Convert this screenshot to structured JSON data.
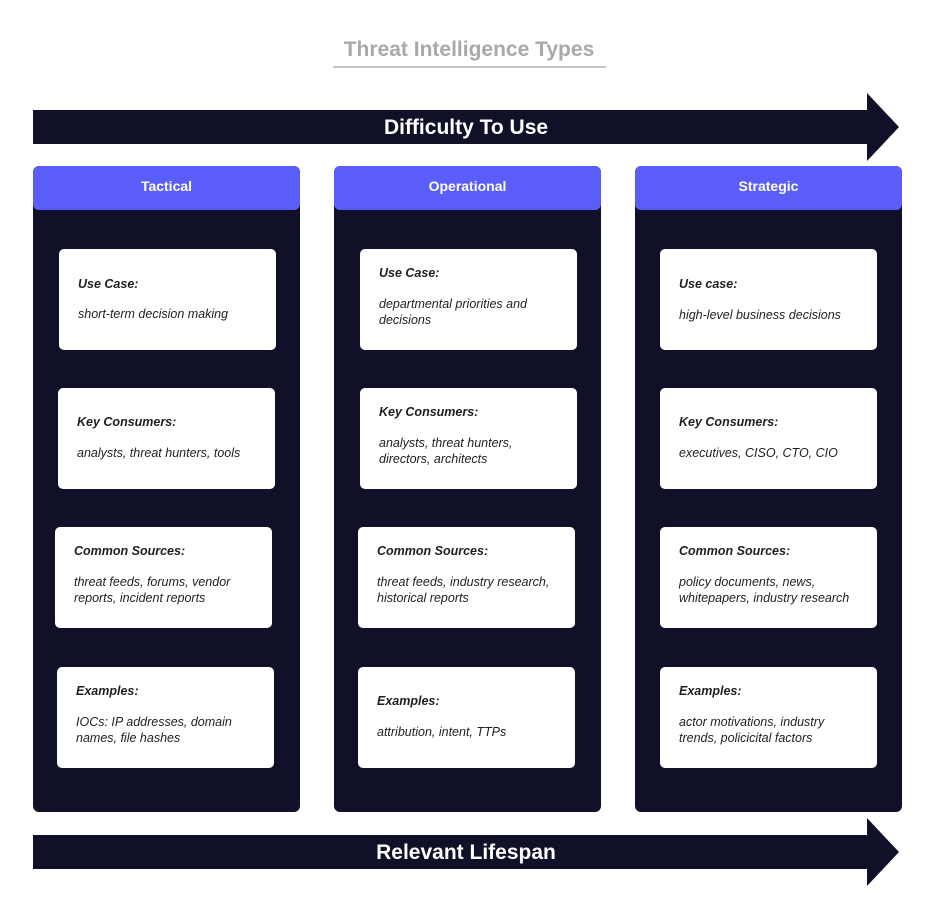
{
  "title": "Threat Intelligence Types",
  "top_arrow": {
    "label": "Difficulty To Use"
  },
  "bottom_arrow": {
    "label": "Relevant Lifespan"
  },
  "colors": {
    "arrow": "#101128",
    "column_background": "#101128",
    "column_header": "#5a5df7",
    "card": "#ffffff",
    "title": "#a9a9a9"
  },
  "columns": [
    {
      "header": "Tactical",
      "cards": [
        {
          "label": "Use Case:",
          "value": "short-term decision making"
        },
        {
          "label": "Key Consumers:",
          "value": "analysts, threat hunters, tools"
        },
        {
          "label": "Common Sources:",
          "value": "threat feeds, forums, vendor reports, incident reports"
        },
        {
          "label": "Examples:",
          "value": "IOCs: IP addresses, domain names, file hashes"
        }
      ]
    },
    {
      "header": "Operational",
      "cards": [
        {
          "label": "Use Case:",
          "value": "departmental priorities and decisions"
        },
        {
          "label": "Key Consumers:",
          "value": "analysts, threat hunters, directors, architects"
        },
        {
          "label": "Common Sources:",
          "value": "threat feeds, industry research, historical reports"
        },
        {
          "label": "Examples:",
          "value": "attribution, intent, TTPs"
        }
      ]
    },
    {
      "header": "Strategic",
      "cards": [
        {
          "label": "Use case:",
          "value": "high-level business decisions"
        },
        {
          "label": "Key Consumers:",
          "value": "executives, CISO, CTO, CIO"
        },
        {
          "label": "Common Sources:",
          "value": "policy documents, news, whitepapers, industry research"
        },
        {
          "label": "Examples:",
          "value": "actor motivations, industry trends, policicital factors"
        }
      ]
    }
  ]
}
